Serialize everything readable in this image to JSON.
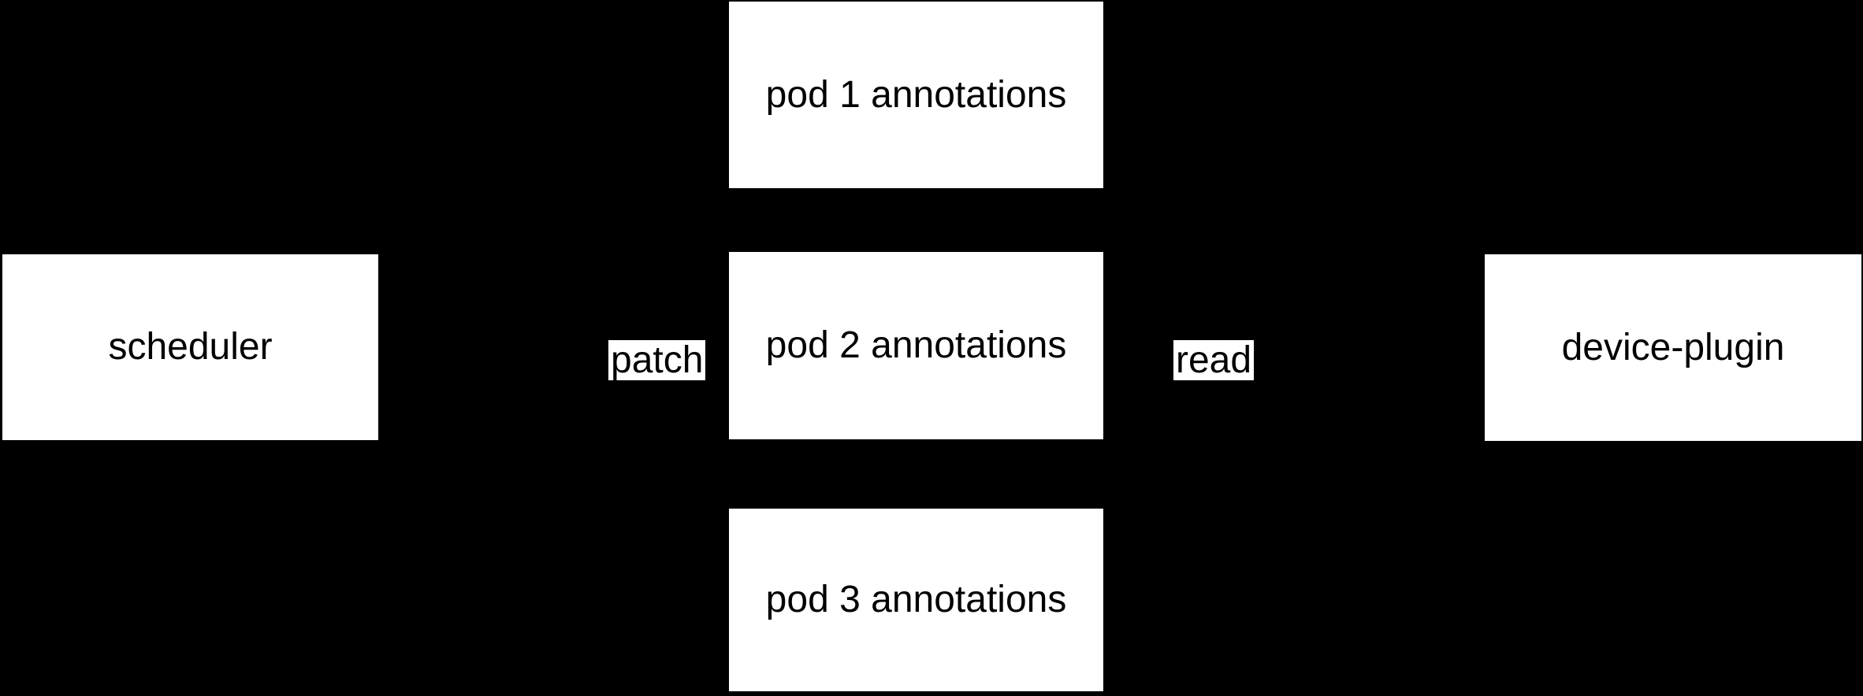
{
  "diagram": {
    "nodes": {
      "scheduler": {
        "label": "scheduler"
      },
      "pod1": {
        "label": "pod 1 annotations"
      },
      "pod2": {
        "label": "pod 2 annotations"
      },
      "pod3": {
        "label": "pod 3 annotations"
      },
      "device_plugin": {
        "label": "device-plugin"
      }
    },
    "edge_labels": {
      "patch": {
        "label": "patch"
      },
      "read": {
        "label": "read"
      }
    },
    "colors": {
      "background": "#000000",
      "node_fill": "#ffffff",
      "node_text": "#000000",
      "edge_label_fill": "#ffffff",
      "edge_label_text": "#000000"
    }
  }
}
